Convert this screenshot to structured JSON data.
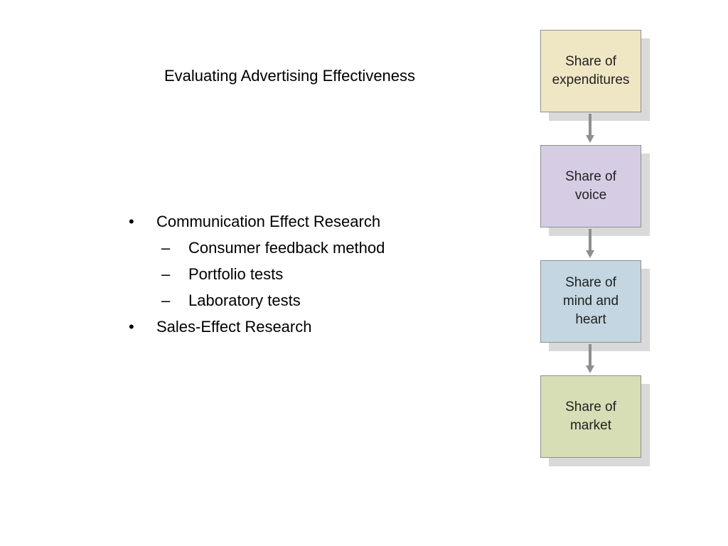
{
  "title": "Evaluating Advertising Effectiveness",
  "bullets": [
    {
      "level": 1,
      "marker": "•",
      "text": "Communication Effect Research"
    },
    {
      "level": 2,
      "marker": "–",
      "text": "Consumer feedback method"
    },
    {
      "level": 2,
      "marker": "–",
      "text": "Portfolio tests"
    },
    {
      "level": 2,
      "marker": "–",
      "text": "Laboratory tests"
    },
    {
      "level": 1,
      "marker": "•",
      "text": "Sales-Effect Research"
    }
  ],
  "flow": [
    {
      "line1": "Share of",
      "line2": "expenditures",
      "line3": "",
      "color": "#efe6c4"
    },
    {
      "line1": "Share of",
      "line2": "voice",
      "line3": "",
      "color": "#d6cce4"
    },
    {
      "line1": "Share of",
      "line2": "mind and",
      "line3": "heart",
      "color": "#c3d6e1"
    },
    {
      "line1": "Share of",
      "line2": "market",
      "line3": "",
      "color": "#d7ddb5"
    }
  ]
}
